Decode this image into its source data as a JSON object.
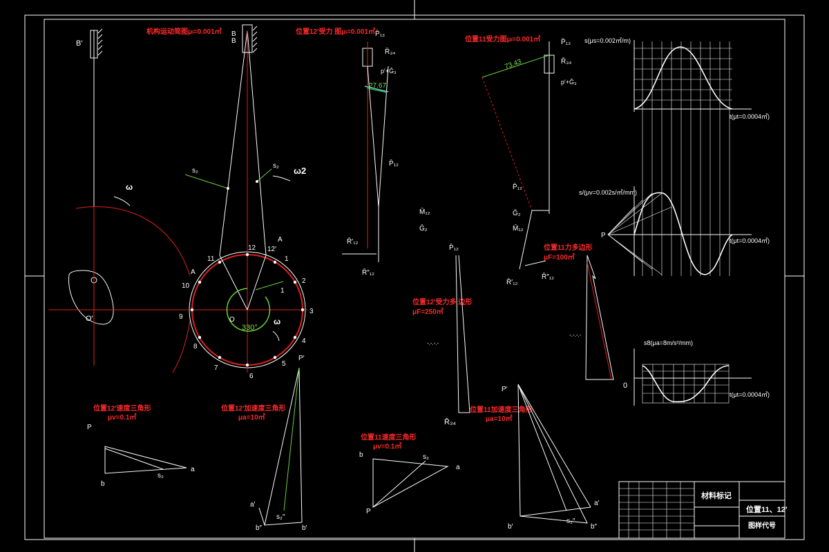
{
  "labels": {
    "mech_title": "机构运动简图μₗ=0.001㎡",
    "force12_title": "位置12′受力 图μₗ=0.001㎡",
    "force11_title": "位置11受力图μₗ=0.001㎡",
    "force_poly11_title": "位置11力多边形",
    "force_poly11_scale": "μF=100㎡",
    "force_poly12_title": "位置12′受力多 边形",
    "force_poly12_scale": "μF=250㎡",
    "vel12_title": "位置12′速度三角形",
    "vel12_scale": "μv=0.1㎡",
    "acc12_title": "位置12′加速度三角形",
    "acc12_scale": "μa=10㎡",
    "vel11_title": "位置11速度三角形",
    "vel11_scale": "μv=0.1㎡",
    "acc11_title": "位置11加速度三角形",
    "acc11_scale": "μa=10㎡",
    "B_prime": "B′",
    "B": "B",
    "O_prime": "O′",
    "O": "O",
    "A": "A",
    "omega": "ω",
    "omega2": "ω2",
    "s2": "s₂",
    "angle_330": "330°",
    "num_1": "1",
    "P12": "P̄₁₂",
    "P13": "P̄₁₃",
    "R34": "R̄₃₄",
    "pG3": "p′+Ḡ₃",
    "R12": "R̄′₁₂",
    "R12b": "R̄″₁₂",
    "M12": "M̄₁₂",
    "G2": "Ḡ₂",
    "val_73_43": "73.43",
    "val_27_67": "27.67",
    "P_label": "P",
    "p_prime": "P′",
    "b_label": "b",
    "a_label": "a",
    "a_prime": "a′",
    "b_prime": "b′",
    "b_dprime": "b″",
    "s2_dprime": "s₂″",
    "dash_note": "-.-.-.-",
    "graph_s": "s(μs=0.002㎡/m)",
    "graph_v": "s/(μv=0.002s/㎡/mm)",
    "graph_a": "s8(μa=8m/s²/mm)",
    "graph_t1": "t(μt=0.0004㎡)",
    "graph_t2": "t(μt=0.0004㎡)",
    "graph_t3": "t(μt=0.0004㎡)",
    "graph_origin": "P",
    "graph_origin3": "0",
    "crank_numbers": [
      "12",
      "12′",
      "1",
      "2",
      "3",
      "4",
      "5",
      "6",
      "7",
      "8",
      "9",
      "10",
      "11"
    ]
  },
  "title_block": {
    "material_label": "材料标记",
    "position_label": "位置11、12′",
    "drawing_code_label": "图样代号"
  },
  "colors": {
    "background": "#000000",
    "line": "#ffffff",
    "red_line": "#e02020",
    "green_line": "#6cd43c",
    "cyan_line": "#4fd8e8"
  }
}
